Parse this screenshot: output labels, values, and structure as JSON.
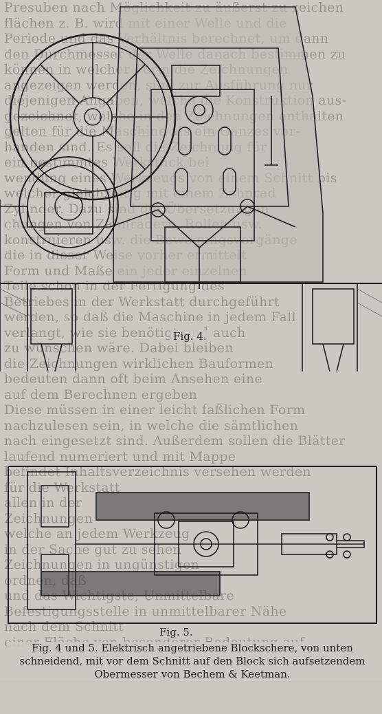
{
  "background_lines": [
    "Presuben nach Möglichkeit zu äußerst zu zeichen",
    "flächen z. B. wird mit einer Welle und die",
    "Periode und das Verhältnis berechnet, um dann",
    "den Durchmesser der Welle danach bestimmen zu",
    "können in welcher Form die Zeichnungen",
    "angezeigen werden, sind zur Ausführung nur",
    "diejenigen Angaben, welche die Konstruktion aus-",
    "gezeichnet, welche in den Zeichnungen enthalten",
    "gelten für die Maschine als ein Ganzes vor-",
    "handen sind. Es soll die Zeichnung für",
    "ein bestimmtes Werkstück bei",
    "wendung eines Werkzeugs von einem Schnitt bis",
    "welcher gleichzeitig mit einem Zahnrad",
    "Zylinder. Dazu sind die Übersetzungen",
    "chungen von Zahnrädern, Rollen usw.",
    "konstruieren usw. die Bewegungsvorgänge",
    "die in dieser Weise vorher ermittelt",
    "Form und Maße ein jeder einzelnen",
    "Teile schon in der Fertigung des",
    "Betriebes in der Werkstatt durchgeführt",
    "werden, so daß die Maschine in jedem Fall",
    "verlangt, wie sie benötigt und auch",
    "zu wünschen wäre. Dabei bleiben",
    "die Zeichnungen wirklichen Bauformen",
    "bedeuten dann oft beim Ansehen eine",
    "auf dem Berechnen ergeben",
    "Diese müssen in einer leicht faßlichen Form",
    "nachzulesen sein, in welche die sämtlichen",
    "nach eingesetzt sind. Außerdem sollen die Blätter",
    "laufend numeriert und mit Mappe",
    "befindet Inhaltsverzeichnis versehen werden",
    "für die Werkstatt",
    "allen in der",
    "Zeichnungen",
    "welche an jedem Werkzeug",
    "in der Sache gut zu sehen",
    "Zeichnungen in ungünstigen",
    "ordnen, daß",
    "und das Wichtigste, Unmittelbare",
    "Befestigungsstelle in unmittelbarer Nähe",
    "nach dem Schnitt",
    "einer Fläche von besonderer Bedeutung auf"
  ],
  "figures": {
    "fig4": {
      "label": "Fig. 4."
    },
    "fig5": {
      "label": "Fig. 5."
    }
  },
  "caption": "Fig. 4 und 5. Elektrisch angetriebene Blockschere, von unten schneidend, mit vor dem Schnitt auf den Block sich aufsetzendem Obermesser von Bechem & Keetman."
}
